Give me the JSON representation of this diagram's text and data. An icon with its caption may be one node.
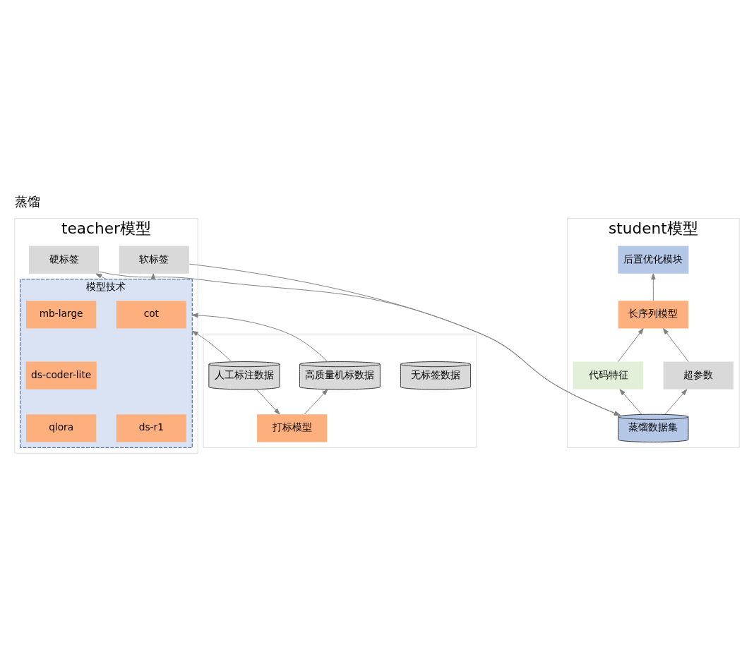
{
  "diagram": {
    "title": "蒸馏",
    "nodes": [
      {
        "text": [
          "teacher模型"
        ]
      },
      {
        "text": [
          "软标签"
        ],
        "in": 0
      },
      {
        "text": [
          "硬标签"
        ],
        "in": 0
      },
      {
        "text": [
          "模型技术"
        ],
        "in": 0
      },
      {
        "text": [
          "cot"
        ],
        "in": 3
      },
      {
        "text": [
          "mb-large"
        ],
        "in": 3
      },
      {
        "text": [
          "ds-coder-lite"
        ],
        "in": 3
      },
      {
        "text": [
          "ds-r1"
        ],
        "in": 3
      },
      {
        "text": [
          "qlora"
        ],
        "in": 3
      },
      {
        "text": [
          "student模型"
        ]
      },
      {
        "text": [
          "后置优化模块"
        ],
        "in": 9
      },
      {
        "text": [
          "长序列模型"
        ],
        "in": 9
      },
      {
        "text": [
          "代码特征"
        ],
        "in": 9
      },
      {
        "text": [
          "超参数"
        ],
        "in": 9
      },
      {
        "text": [
          "蒸馏数据集"
        ],
        "in": 9
      },
      {
        "text": [],
        "shape": "box"
      },
      {
        "text": [
          "人工标注数据"
        ],
        "in": 15
      },
      {
        "text": [
          "高质量机标数据"
        ],
        "in": 15
      },
      {
        "text": [
          "无标签数据"
        ],
        "in": 15
      },
      {
        "text": [
          "打标模型"
        ],
        "in": 15
      }
    ],
    "edges": [
      {
        "from": 3,
        "to": 1,
        "arrow": "to"
      },
      {
        "from": 3,
        "to": 2,
        "arrow": "to"
      },
      {
        "from": 1,
        "to": 14,
        "arrow": "to"
      },
      {
        "from": 2,
        "to": 14,
        "arrow": "to"
      },
      {
        "from": 11,
        "to": 10,
        "arrow": "to"
      },
      {
        "from": 12,
        "to": 11,
        "arrow": "to"
      },
      {
        "from": 13,
        "to": 11,
        "arrow": "to"
      },
      {
        "from": 14,
        "to": 12,
        "arrow": "to"
      },
      {
        "from": 14,
        "to": 13,
        "arrow": "to"
      },
      {
        "from": 16,
        "to": 3,
        "arrow": "to"
      },
      {
        "from": 17,
        "to": 3,
        "arrow": "to"
      },
      {
        "from": 16,
        "to": 19,
        "arrow": "to"
      },
      {
        "from": 19,
        "to": 17,
        "arrow": "to"
      }
    ]
  }
}
